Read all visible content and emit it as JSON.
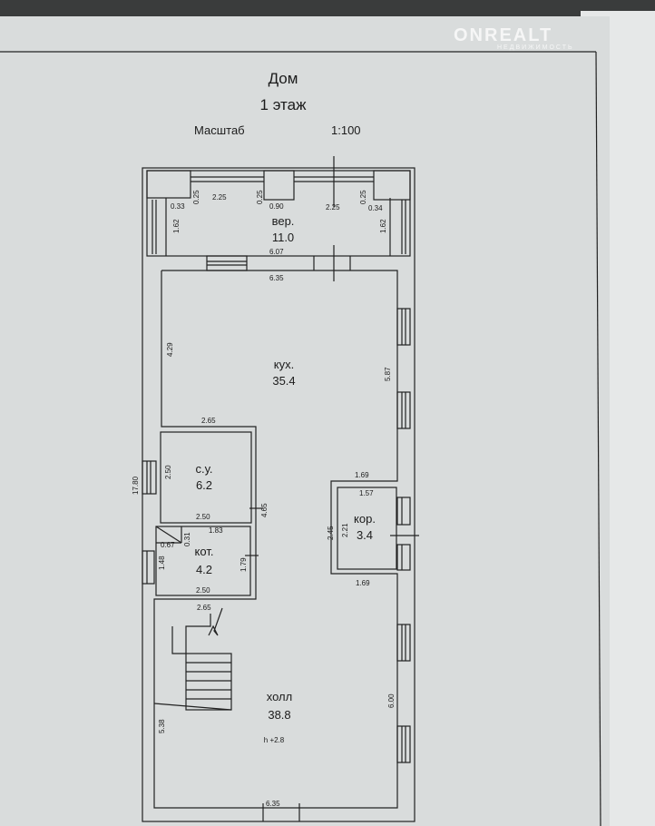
{
  "header": {
    "title": "Дом",
    "floor": "1 этаж",
    "scale_label": "Масштаб",
    "scale_value": "1:100"
  },
  "watermark": {
    "brand": "ONREALT",
    "sub": "НЕДВИЖИМОСТЬ"
  },
  "rooms": {
    "veranda": {
      "name": "вер.",
      "area": "11.0"
    },
    "kitchen": {
      "name": "кух.",
      "area": "35.4"
    },
    "bathroom": {
      "name": "с.у.",
      "area": "6.2"
    },
    "boiler": {
      "name": "кот.",
      "area": "4.2"
    },
    "corridor": {
      "name": "кор.",
      "area": "3.4"
    },
    "hall": {
      "name": "холл",
      "area": "38.8",
      "height": "h +2.8"
    }
  },
  "dimensions": {
    "v_033": "0.33",
    "v_025a": "0.25",
    "v_225a": "2.25",
    "v_025b": "0.25",
    "v_090": "0.90",
    "v_225b": "2.25",
    "v_025c": "0.25",
    "v_034": "0.34",
    "v_162a": "1.62",
    "v_162b": "1.62",
    "v_607": "6.07",
    "k_635": "6.35",
    "k_429": "4.29",
    "k_587": "5.87",
    "k_265": "2.65",
    "total_1780": "17.80",
    "s_250v": "2.50",
    "s_250h": "2.50",
    "s_465": "4.65",
    "c_169a": "1.69",
    "c_157": "1.57",
    "c_245": "2.45",
    "c_221": "2.21",
    "c_169b": "1.69",
    "b_183": "1.83",
    "b_031": "0.31",
    "b_067": "0.67",
    "b_148": "1.48",
    "b_179": "1.79",
    "b_250": "2.50",
    "h_265": "2.65",
    "h_538": "5.38",
    "h_600": "6.00",
    "h_635": "6.35"
  }
}
